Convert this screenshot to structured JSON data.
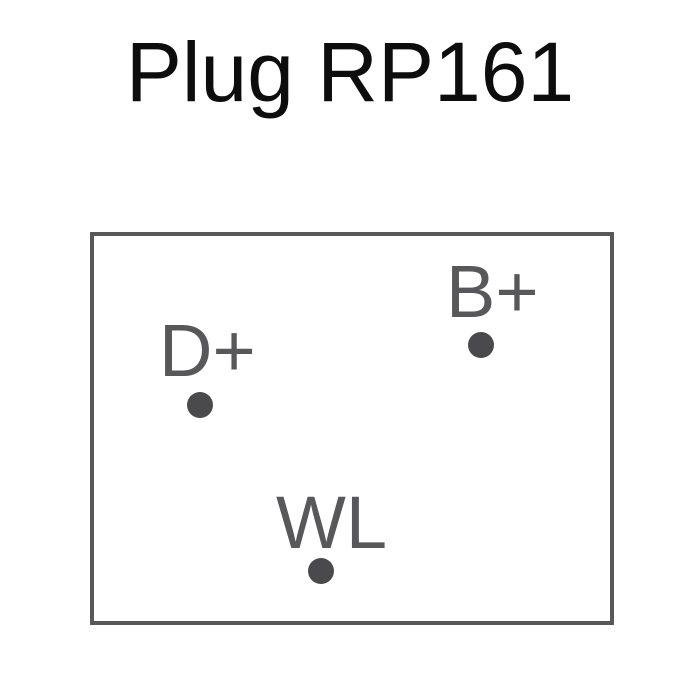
{
  "title": "Plug RP161",
  "colors": {
    "title": "#0d0d0d",
    "outline": "#58585a",
    "pin_label": "#58585a",
    "pin_dot": "#4a4a4c",
    "background": "#ffffff"
  },
  "pins": [
    {
      "label": "D+"
    },
    {
      "label": "B+"
    },
    {
      "label": "WL"
    }
  ]
}
